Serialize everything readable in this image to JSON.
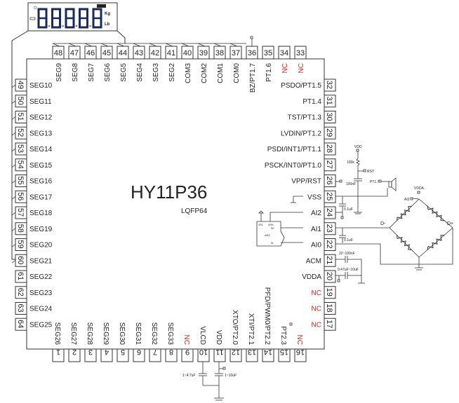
{
  "chip": {
    "name": "HY11P36",
    "package": "LQFP64"
  },
  "lcd": {
    "units": [
      "Kg",
      "Lb"
    ]
  },
  "pins": {
    "top": [
      [
        48,
        "SEG9"
      ],
      [
        47,
        "SEG8"
      ],
      [
        46,
        "SEG7"
      ],
      [
        45,
        "SEG6"
      ],
      [
        44,
        "SEG5"
      ],
      [
        43,
        "SEG4"
      ],
      [
        42,
        "SEG3"
      ],
      [
        41,
        "SEG2"
      ],
      [
        40,
        "COM3"
      ],
      [
        39,
        "COM2"
      ],
      [
        38,
        "COM1"
      ],
      [
        37,
        "COM0"
      ],
      [
        36,
        "BZ/PT1.7"
      ],
      [
        35,
        "PT1.6"
      ],
      [
        34,
        "NC"
      ],
      [
        33,
        "NC"
      ]
    ],
    "left": [
      [
        49,
        "SEG10"
      ],
      [
        50,
        "SEG11"
      ],
      [
        51,
        "SEG12"
      ],
      [
        52,
        "SEG13"
      ],
      [
        53,
        "SEG14"
      ],
      [
        54,
        "SEG15"
      ],
      [
        55,
        "SEG16"
      ],
      [
        56,
        "SEG17"
      ],
      [
        57,
        "SEG18"
      ],
      [
        58,
        "SEG19"
      ],
      [
        59,
        "SEG20"
      ],
      [
        60,
        "SEG21"
      ],
      [
        61,
        "SEG22"
      ],
      [
        62,
        "SEG23"
      ],
      [
        63,
        "SEG24"
      ],
      [
        64,
        "SEG25"
      ]
    ],
    "right": [
      [
        32,
        "PSDO/PT1.5"
      ],
      [
        31,
        "PT1.4"
      ],
      [
        30,
        "TST/PT1.3"
      ],
      [
        29,
        "LVDIN/PT1.2"
      ],
      [
        28,
        "PSDI/INT1/PT1.1"
      ],
      [
        27,
        "PSCK/INT0/PT1.0"
      ],
      [
        26,
        "VPP/RST"
      ],
      [
        25,
        "VSS"
      ],
      [
        24,
        "AI2"
      ],
      [
        23,
        "AI1"
      ],
      [
        22,
        "AI0"
      ],
      [
        21,
        "ACM"
      ],
      [
        20,
        "VDDA"
      ],
      [
        19,
        "NC"
      ],
      [
        18,
        "NC"
      ],
      [
        17,
        "NC"
      ]
    ],
    "bottom": [
      [
        1,
        "SEG26"
      ],
      [
        2,
        "SEG27"
      ],
      [
        3,
        "SEG28"
      ],
      [
        4,
        "SEG29"
      ],
      [
        5,
        "SEG30"
      ],
      [
        6,
        "SEG31"
      ],
      [
        7,
        "SEG32"
      ],
      [
        8,
        "SEG33"
      ],
      [
        9,
        "NC"
      ],
      [
        10,
        "VLCD"
      ],
      [
        11,
        "VDD"
      ],
      [
        12,
        "XTO/PT2.0"
      ],
      [
        13,
        "XTI/PT2.1"
      ],
      [
        14,
        "PFD/PWM0/PT2.2"
      ],
      [
        15,
        "PT2.3"
      ],
      [
        16,
        "NC"
      ]
    ]
  },
  "components": {
    "vdd": "VDD",
    "r_rst": "100k",
    "rst": "RST",
    "c_rst": "100nF",
    "pt17": "PT1.7",
    "vdda": "VDDA",
    "ai2": "AI2",
    "dminus": "D-",
    "dplus": "D+",
    "c_ai2": "0.1uF",
    "c_ai1": "0.1uF",
    "c_acm": "22~100nF",
    "c_vdda": "0.47uF~10uF",
    "c_vlcd": "1~4.7uF",
    "c_vdd": "1~10uF",
    "adc": "ADC",
    "vrl": "VRL",
    "vrh": "VRH",
    "sp": "SI+",
    "sm": "SI-"
  },
  "colors": {
    "nc": "#e02020",
    "lcd_digit": "#1a2a5a"
  }
}
